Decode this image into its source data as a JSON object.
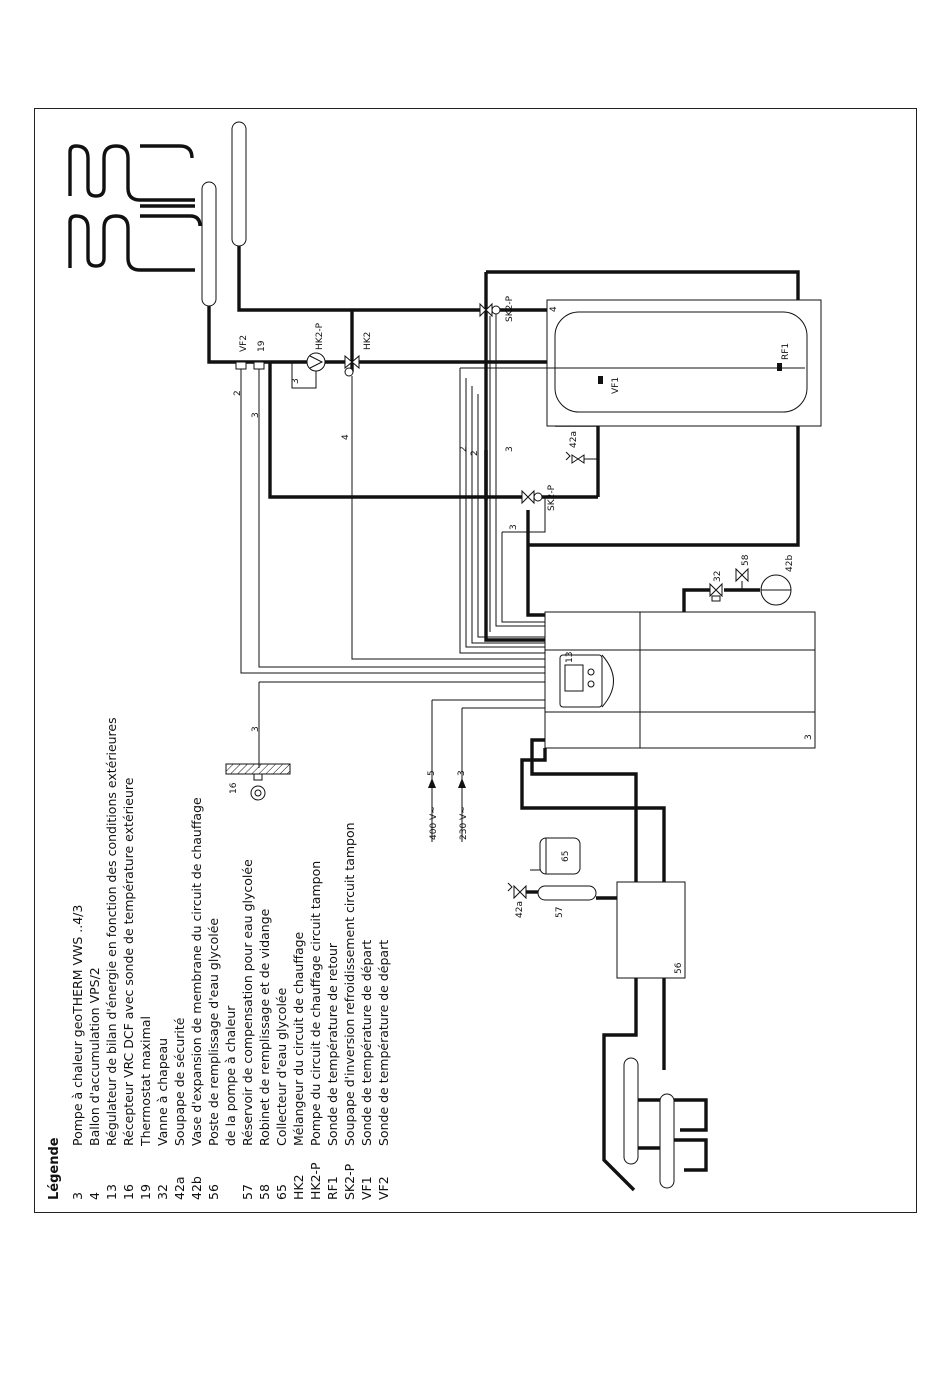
{
  "legend": {
    "title": "Légende",
    "items": [
      {
        "code": "3",
        "text": "Pompe à chaleur geoTHERM VWS ..4/3"
      },
      {
        "code": "4",
        "text": "Ballon d'accumulation VPS/2"
      },
      {
        "code": "13",
        "text": "Régulateur de bilan d'énergie en fonction des conditions extérieures"
      },
      {
        "code": "16",
        "text": "Récepteur VRC DCF avec sonde de température extérieure"
      },
      {
        "code": "19",
        "text": "Thermostat maximal"
      },
      {
        "code": "32",
        "text": "Vanne à chapeau"
      },
      {
        "code": "42a",
        "text": "Soupape de sécurité"
      },
      {
        "code": "42b",
        "text": "Vase d'expansion de membrane du circuit de chauffage"
      },
      {
        "code": "56",
        "text": "Poste de remplissage d'eau glycolée"
      },
      {
        "code": "",
        "text": "de la pompe à chaleur"
      },
      {
        "code": "57",
        "text": "Réservoir de compensation pour eau glycolée"
      },
      {
        "code": "58",
        "text": "Robinet de remplissage et de vidange"
      },
      {
        "code": "65",
        "text": "Collecteur d'eau glycolée"
      },
      {
        "code": "HK2",
        "text": "Mélangeur du circuit de chauffage"
      },
      {
        "code": "HK2-P",
        "text": "Pompe du circuit de chauffage circuit tampon"
      },
      {
        "code": "RF1",
        "text": "Sonde de température de retour"
      },
      {
        "code": "SK2-P",
        "text": "Soupape d'inversion refroidissement circuit tampon"
      },
      {
        "code": "VF1",
        "text": "Sonde de température de départ"
      },
      {
        "code": "VF2",
        "text": "Sonde de température de départ"
      }
    ]
  },
  "labels": {
    "vf2": "VF2",
    "t19": "19",
    "hk2p": "HK2-P",
    "hk2": "HK2",
    "sk2p_top": "SK2-P",
    "sk2p_mid": "SK2-P",
    "n4": "4",
    "rf1": "RF1",
    "vf1": "VF1",
    "n42a_top": "42a",
    "n32": "32",
    "n58": "58",
    "n42b": "42b",
    "n13": "13",
    "n3": "3",
    "n16": "16",
    "n56": "56",
    "n57": "57",
    "n65": "65",
    "n42a_bot": "42a",
    "v400": "400 V~",
    "v230": "230 V~",
    "w2a": "2",
    "w3a": "3",
    "w3b": "3",
    "w4": "4",
    "w2b": "2",
    "w2c": "2",
    "w3c": "3",
    "w3d": "3",
    "w3e": "3",
    "w5": "5",
    "w3f": "3"
  }
}
